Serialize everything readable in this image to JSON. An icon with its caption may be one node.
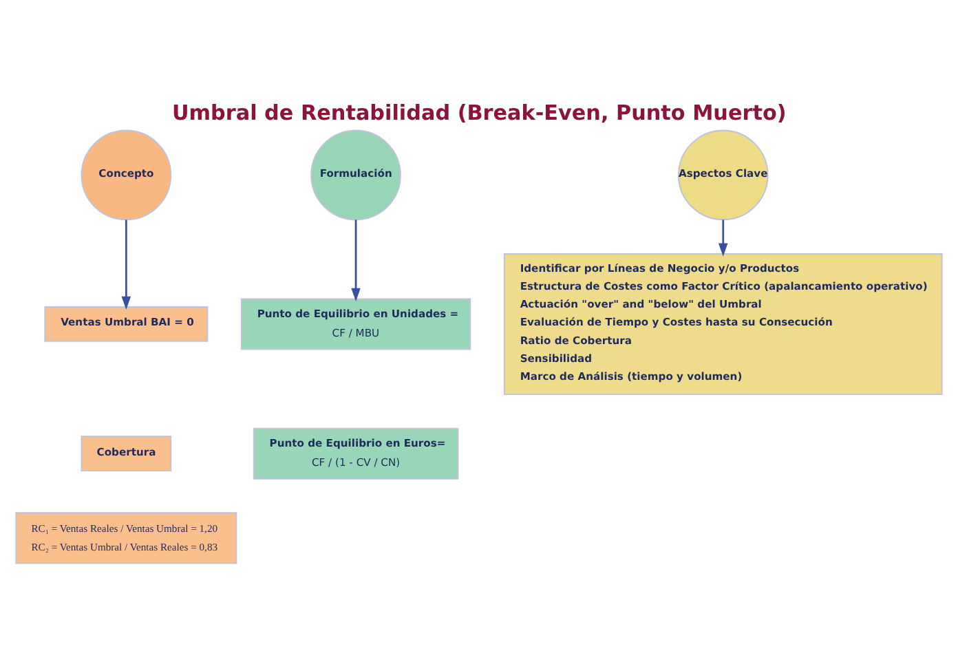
{
  "diagram": {
    "title": "Umbral de Rentabilidad (Break-Even, Punto Muerto)",
    "nodes": [
      {
        "text": [
          "Concepto"
        ]
      },
      {
        "text": [
          "Formulación"
        ]
      },
      {
        "text": [
          "Aspectos Clave"
        ]
      },
      {
        "text": [
          "Ventas Umbral BAI = 0"
        ]
      },
      {
        "text": [
          "Cobertura"
        ]
      },
      {
        "text": [
          "RC₁ = Ventas Reales / Ventas Umbral = 1,20",
          "RC₂ = Ventas Umbral / Ventas Reales = 0,83"
        ]
      },
      {
        "text": [
          "Punto de Equilibrio en Unidades =",
          "CF / MBU"
        ]
      },
      {
        "text": [
          "Punto de Equilibrio en Euros=",
          "CF / (1 - CV / CN)"
        ]
      },
      {
        "text": [
          "Identificar por Líneas de Negocio y/o Productos",
          "Estructura de Costes como Factor Crítico (apalancamiento operativo)",
          "Actuación \"over\" and \"below\" del Umbral",
          "Evaluación de Tiempo y Costes hasta su Consecución",
          "Ratio de Cobertura",
          "Sensibilidad",
          "Marco de Análisis (tiempo y volumen)"
        ]
      }
    ],
    "edges": [
      {
        "from": 0,
        "to": 3,
        "arrow": "to"
      },
      {
        "from": 1,
        "to": 6,
        "arrow": "to"
      },
      {
        "from": 2,
        "to": 8,
        "arrow": "to"
      }
    ]
  }
}
